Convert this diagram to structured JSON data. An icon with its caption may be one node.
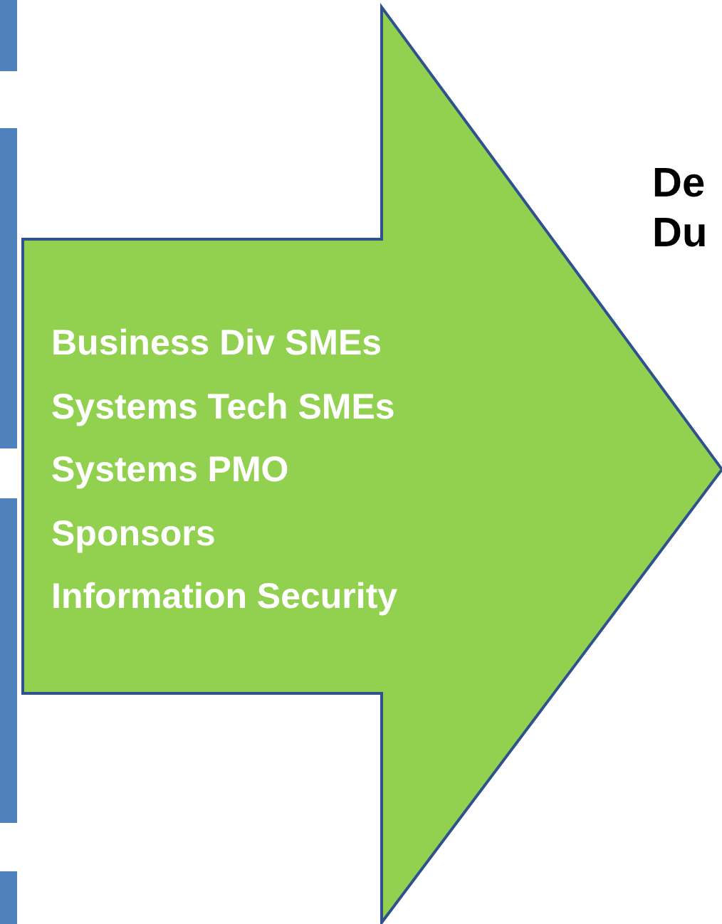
{
  "diagram": {
    "nodes": [
      {
        "text": [
          "Business Div SMEs",
          "Systems Tech SMEs",
          "Systems PMO",
          "Sponsors",
          "Information Security"
        ]
      }
    ],
    "labels": [
      "De",
      "Du"
    ]
  }
}
